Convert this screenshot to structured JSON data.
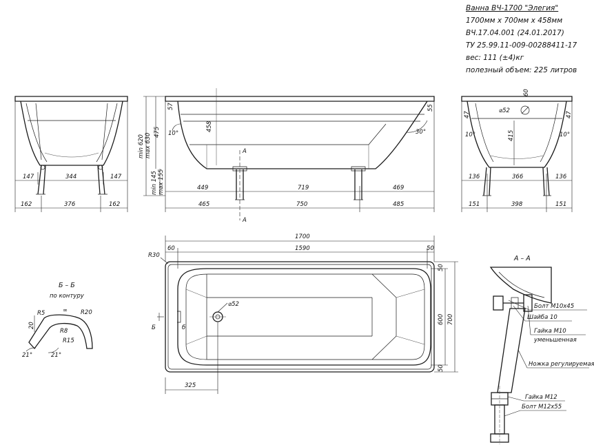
{
  "title_block": {
    "name": "Ванна ВЧ-1700 \"Элегия\"",
    "size": "1700мм х 700мм х 458мм",
    "code": "ВЧ.17.04.001 (24.01.2017)",
    "spec": "ТУ 25.99.11-009-00288411-17",
    "weight": "вес: 111 (±4)кг",
    "volume": "полезный объем: 225 литров"
  },
  "front_view": {
    "top": [
      "147",
      "344",
      "147"
    ],
    "bottom": [
      "162",
      "376",
      "162"
    ]
  },
  "side_view": {
    "height_total": "min 620\nmax 630",
    "height_min": "min 620",
    "height_max": "max 630",
    "depth": "475",
    "depth2": "458",
    "leg_min": "min 145",
    "leg_max": "max 155",
    "rim_left": "57",
    "rim_right": "55",
    "angle_left": "10°",
    "angle_right": "30°",
    "section_mark": "А",
    "top": [
      "449",
      "719",
      "469"
    ],
    "bottom": [
      "465",
      "750",
      "485"
    ]
  },
  "end_view": {
    "drain": "⌀52",
    "overflow": "60",
    "rim_left": "47",
    "rim_right": "47",
    "angle_left": "10°",
    "angle_right": "10°",
    "depth": "415",
    "top": [
      "136",
      "366",
      "136"
    ],
    "bottom": [
      "151",
      "398",
      "151"
    ]
  },
  "plan_view": {
    "length": "1700",
    "inner_length": "1590",
    "rim_left": "60",
    "rim_right": "50",
    "radius": "R30",
    "width": "700",
    "inner_width": "600",
    "rim_top": "50",
    "rim_bottom": "50",
    "drain": "⌀52",
    "drain_offset": "325",
    "section_mark": "Б",
    "section_mark_small": "б"
  },
  "section_b": {
    "title": "Б – Б",
    "subtitle": "по контуру",
    "r5": "R5",
    "r8": "R8",
    "r15": "R15",
    "r20": "R20",
    "thickness": "20",
    "inf": "∞",
    "angle1": "21°",
    "angle2": "21°"
  },
  "section_a": {
    "title": "А – А",
    "parts": [
      "Болт М10х45",
      "Шайба 10",
      "Гайка М10",
      "уменьшенная",
      "Ножка регулируемая",
      "Гайка М12",
      "Болт М12х55"
    ]
  }
}
